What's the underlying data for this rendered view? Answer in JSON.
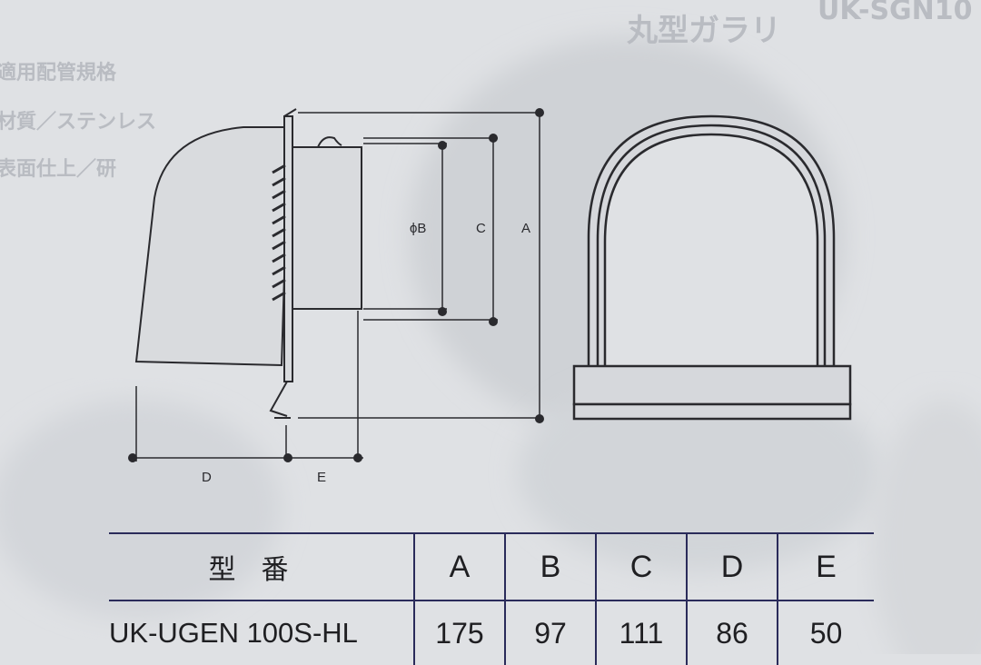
{
  "background_text": {
    "top_right_code": "UK-SGN10",
    "top_right_title": "丸型ガラリ",
    "left_lines": [
      "適用配管規格",
      "材質／ステンレス",
      "表面仕上／研"
    ]
  },
  "diagram": {
    "dimension_labels": {
      "phi_b": "ϕB",
      "c": "C",
      "a": "A",
      "d": "D",
      "e": "E"
    },
    "line_color": "#2a2a2e",
    "hood_fill": "#d9dbde"
  },
  "spec_table": {
    "model_header": "型番",
    "columns": [
      "A",
      "B",
      "C",
      "D",
      "E"
    ],
    "rows": [
      {
        "model": "UK-UGEN 100S-HL",
        "values": [
          "175",
          "97",
          "111",
          "86",
          "50"
        ]
      }
    ],
    "rule_color": "#2a2b5a"
  }
}
